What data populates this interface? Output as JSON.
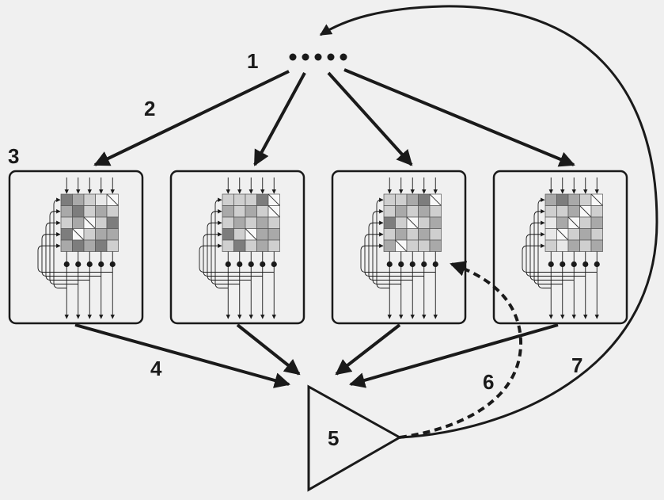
{
  "labels": {
    "l1": "1",
    "l2": "2",
    "l3": "3",
    "l4": "4",
    "l5": "5",
    "l6": "6",
    "l7": "7"
  },
  "colors": {
    "background": "#f0f0f0",
    "ink": "#1a1a1a",
    "shade_dark": "#7d7d7d",
    "shade_mid": "#a9a9a9",
    "shade_light": "#cfcfcf",
    "shade_pale": "#e8e8e8"
  },
  "modules": [
    {
      "id": "module-1",
      "cells": [
        [
          3,
          2,
          1,
          0,
          4
        ],
        [
          2,
          3,
          1,
          2,
          1
        ],
        [
          1,
          2,
          4,
          1,
          3
        ],
        [
          3,
          4,
          1,
          2,
          2
        ],
        [
          2,
          3,
          2,
          3,
          1
        ]
      ]
    },
    {
      "id": "module-2",
      "cells": [
        [
          1,
          1,
          1,
          3,
          4
        ],
        [
          2,
          1,
          2,
          1,
          4
        ],
        [
          1,
          2,
          1,
          2,
          1
        ],
        [
          3,
          1,
          4,
          2,
          2
        ],
        [
          1,
          3,
          1,
          2,
          1
        ]
      ]
    },
    {
      "id": "module-3",
      "cells": [
        [
          1,
          1,
          2,
          3,
          4
        ],
        [
          1,
          2,
          1,
          2,
          1
        ],
        [
          3,
          1,
          4,
          1,
          2
        ],
        [
          1,
          2,
          1,
          2,
          1
        ],
        [
          2,
          4,
          1,
          1,
          2
        ]
      ]
    },
    {
      "id": "module-4",
      "cells": [
        [
          2,
          3,
          2,
          1,
          4
        ],
        [
          1,
          1,
          2,
          4,
          1
        ],
        [
          0,
          2,
          4,
          1,
          2
        ],
        [
          0,
          4,
          1,
          2,
          1
        ],
        [
          1,
          0,
          2,
          1,
          2
        ]
      ]
    }
  ]
}
